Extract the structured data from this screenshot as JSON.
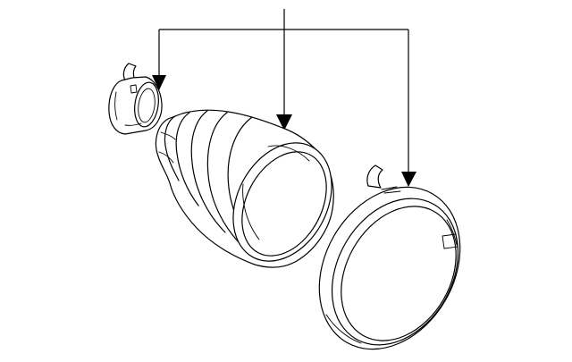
{
  "diagram": {
    "type": "exploded-parts",
    "parts": [
      {
        "id": "small-clamp",
        "icon": "band-clamp-small"
      },
      {
        "id": "cv-boot",
        "icon": "bellows-boot"
      },
      {
        "id": "large-clamp",
        "icon": "band-clamp-large"
      }
    ],
    "callouts": [
      {
        "target": "small-clamp"
      },
      {
        "target": "cv-boot"
      },
      {
        "target": "large-clamp"
      }
    ],
    "colors": {
      "line": "#000000",
      "background": "#ffffff"
    }
  }
}
